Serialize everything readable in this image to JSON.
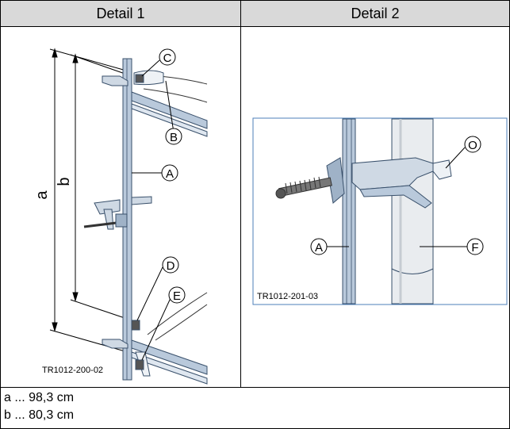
{
  "headers": {
    "detail1": "Detail 1",
    "detail2": "Detail 2"
  },
  "detail1": {
    "callouts": {
      "c": "C",
      "b": "B",
      "a": "A",
      "d": "D",
      "e": "E"
    },
    "dimension_labels": {
      "a": "a",
      "b": "b"
    },
    "ref_code": "TR1012-200-02"
  },
  "detail2": {
    "callouts": {
      "o": "O",
      "a": "A",
      "f": "F"
    },
    "ref_code": "TR1012-201-03"
  },
  "notes": {
    "a": "a ... 98,3 cm",
    "b": "b ... 80,3 cm"
  },
  "colors": {
    "steel_blue": "#b9c9db",
    "steel_dark": "#39506b",
    "tube_grey": "#e9ecef",
    "frame_blue": "#4c7fb8"
  }
}
